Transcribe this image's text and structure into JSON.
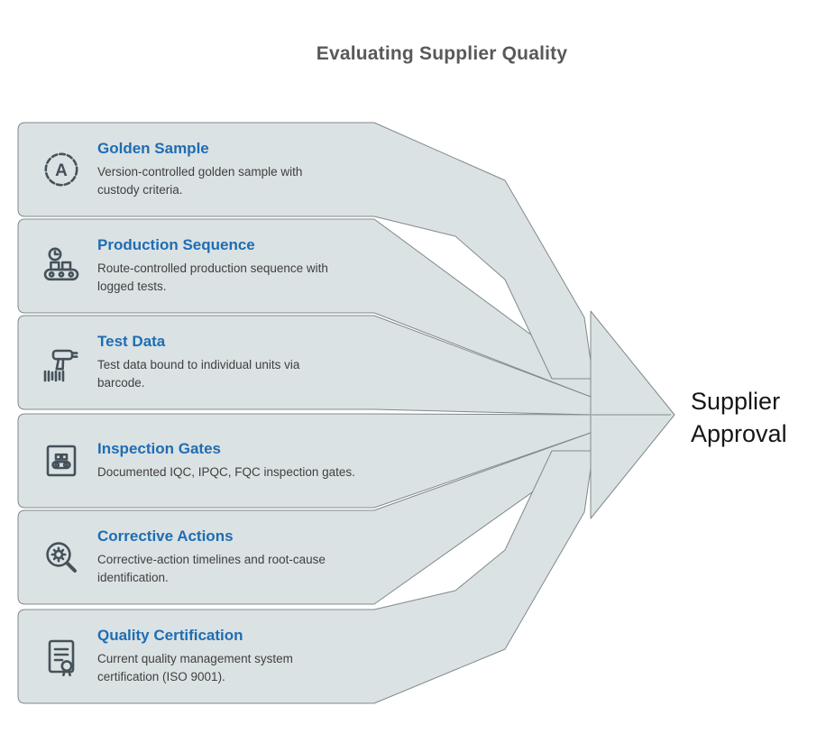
{
  "title": "Evaluating Supplier Quality",
  "result": {
    "label": "Supplier Approval"
  },
  "colors": {
    "band_fill": "#dbe2e3",
    "band_stroke": "#80898b",
    "heading_blue": "#1e6db3",
    "body_text": "#3f3f3f",
    "title_gray": "#595959",
    "icon_stroke": "#44525a"
  },
  "items": [
    {
      "heading": "Golden Sample",
      "description": "Version-controlled golden sample with\ncustody criteria.",
      "icon": "golden-sample-seal-icon"
    },
    {
      "heading": "Production Sequence",
      "description": "Route-controlled production sequence with\nlogged tests.",
      "icon": "conveyor-clock-icon"
    },
    {
      "heading": "Test Data",
      "description": "Test data bound to individual units via\nbarcode.",
      "icon": "barcode-scanner-icon"
    },
    {
      "heading": "Inspection Gates",
      "description": "Documented IQC, IPQC, FQC inspection gates.",
      "icon": "inspection-blueprint-icon"
    },
    {
      "heading": "Corrective Actions",
      "description": "Corrective-action timelines and root-cause\nidentification.",
      "icon": "magnifier-gear-icon"
    },
    {
      "heading": "Quality Certification",
      "description": "Current quality management system\ncertification (ISO 9001).",
      "icon": "certificate-ribbon-icon"
    }
  ]
}
